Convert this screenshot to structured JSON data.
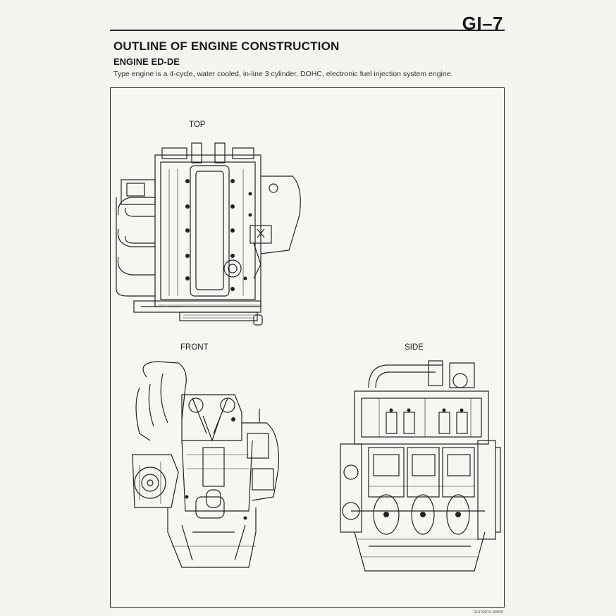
{
  "header": {
    "page_number": "GI–7"
  },
  "section": {
    "title": "OUTLINE OF ENGINE CONSTRUCTION",
    "subtitle": "ENGINE ED-DE",
    "description": "Type engine is a 4-cycle, water cooled, in-line 3 cylinder, DOHC, electronic fuel injection system engine."
  },
  "figure": {
    "views": {
      "top": "TOP",
      "front": "FRONT",
      "side": "SIDE"
    },
    "doc_code": "DGI00019-99999"
  }
}
